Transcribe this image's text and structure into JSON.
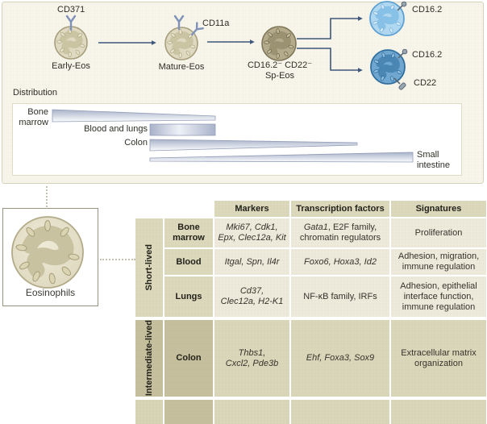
{
  "panel": {
    "receptors": {
      "cd371": "CD371",
      "cd11a": "CD11a",
      "blue1_cd162": "CD16.2",
      "blue2_cd162": "CD16.2",
      "blue2_cd22": "CD22"
    },
    "cells": {
      "early": "Early-Eos",
      "mature": "Mature-Eos",
      "sp_line1": "CD16.2⁻ CD22⁻",
      "sp_line2": "Sp-Eos"
    },
    "distribution": {
      "title": "Distribution",
      "bars": [
        {
          "label": "Bone\nmarrow",
          "taper": "tapers-right"
        },
        {
          "label": "Blood and lungs",
          "taper": "uniform"
        },
        {
          "label": "Colon",
          "taper": "tapers-right"
        },
        {
          "label": "Small\nintestine",
          "taper": "tapers-left"
        }
      ]
    }
  },
  "eosinophils": {
    "label": "Eosinophils"
  },
  "table": {
    "headers": {
      "markers": "Markers",
      "tf": "Transcription factors",
      "signatures": "Signatures"
    },
    "groups": {
      "short": "Short-lived",
      "intermediate": "Intermediate-lived"
    },
    "rows": [
      {
        "tissue": "Bone marrow",
        "markers": "Mki67, Cdk1,\nEpx, Clec12a, Kit",
        "tf_italic": "Gata1",
        "tf_rest": ", E2F family, chromatin regulators",
        "signatures": "Proliferation"
      },
      {
        "tissue": "Blood",
        "markers": "Itgal, Spn, Il4r",
        "tf_italic": "Foxo6, Hoxa3, Id2",
        "tf_rest": "",
        "signatures": "Adhesion, migration, immune regulation"
      },
      {
        "tissue": "Lungs",
        "markers": "Cd37,\nClec12a, H2-K1",
        "tf_italic": "",
        "tf_rest": "NF-κB family, IRFs",
        "signatures": "Adhesion, epithelial interface function, immune regulation"
      },
      {
        "tissue": "Colon",
        "markers": "Thbs1,\nCxcl2, Pde3b",
        "tf_italic": "Ehf, Foxa3, Sox9",
        "tf_rest": "",
        "signatures": "Extracellular matrix organization"
      }
    ]
  },
  "colors": {
    "panel_bg": "#f7f4e9",
    "arrow": "#3e577a",
    "receptor_y": "#7e91b8",
    "eos_cell_fill": "#ded9c0",
    "sp_cell_fill": "#b3ab8c",
    "blue_cell_light": "#b0d7f0",
    "blue_cell_dark": "#6fa7d0",
    "bar_gradient_dark": "#a8b2c9",
    "table_header_bg": "#dcd8bc",
    "table_intermediate_bg": "#c5bf9d",
    "table_data_bg": "#edeadb"
  }
}
